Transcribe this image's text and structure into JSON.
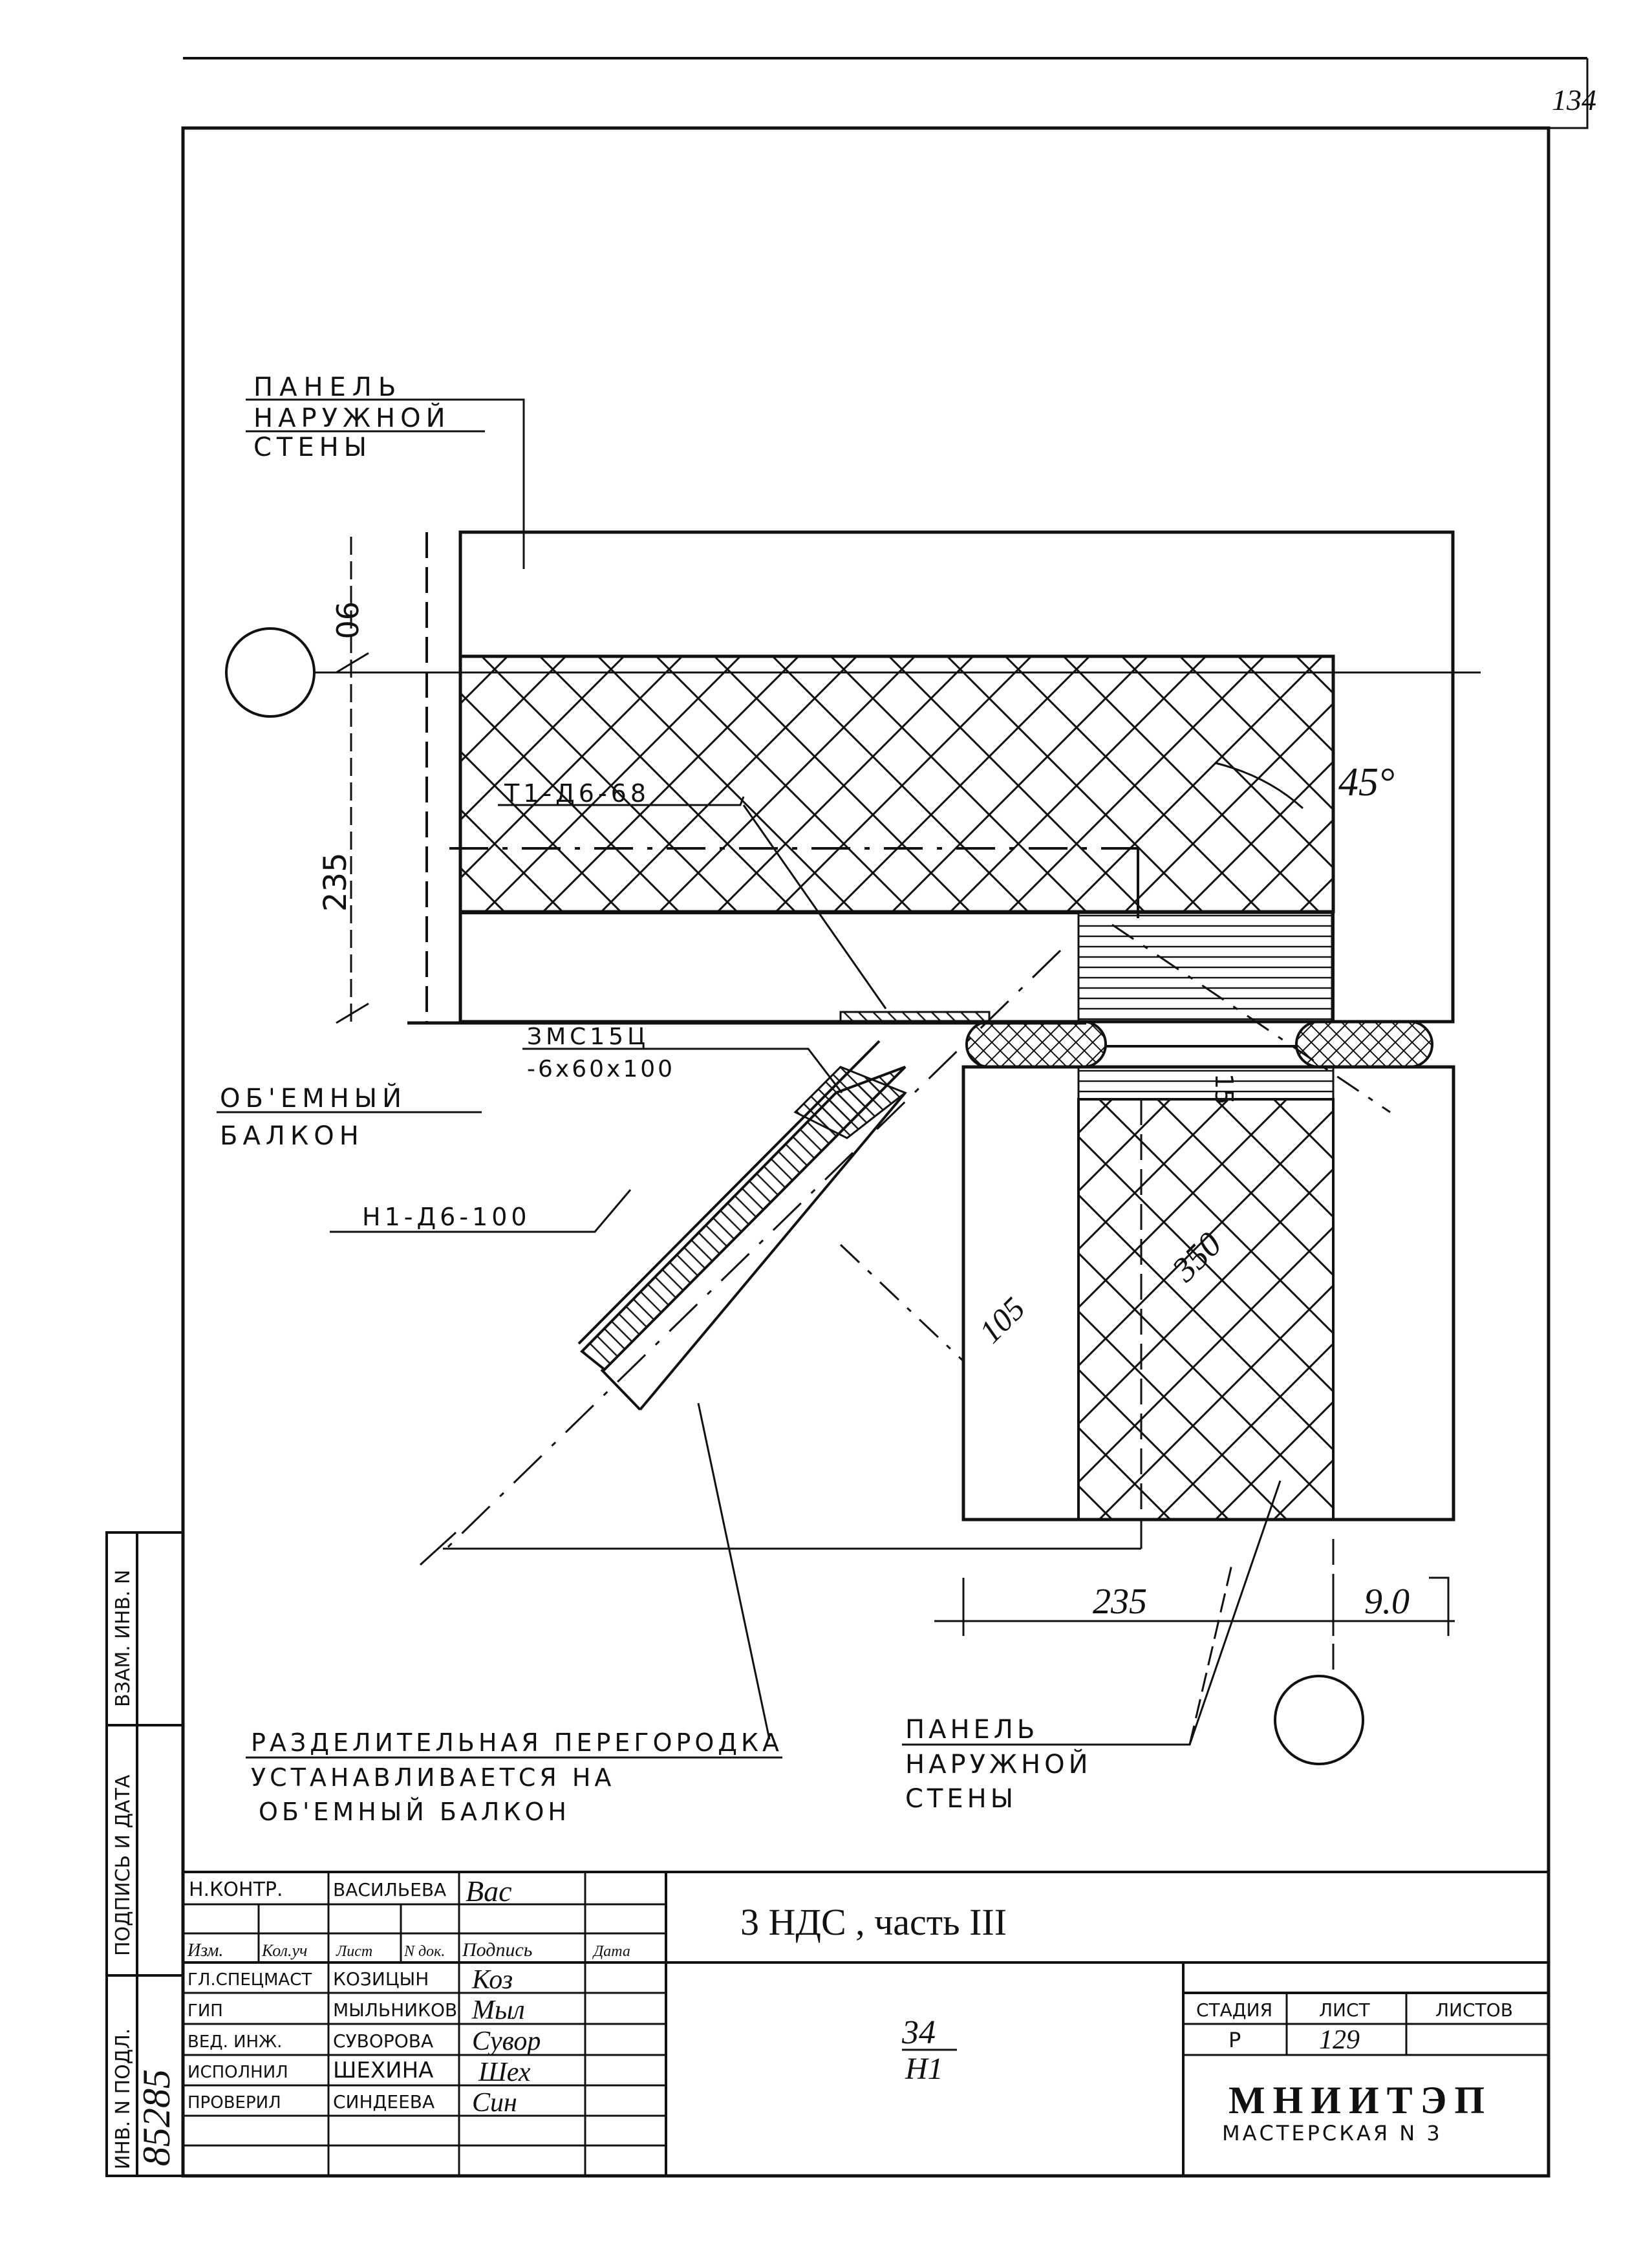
{
  "page_number": "134",
  "drawing": {
    "labels": {
      "panel_top": [
        "ПАНЕЛЬ",
        "НАРУЖНОЙ",
        "СТЕНЫ"
      ],
      "balcony": [
        "ОБ'ЕМНЫЙ",
        "БАЛКОН"
      ],
      "rebar_t1": "Т1-Д6-68",
      "plate": [
        "ЗМС15Ц",
        "-6х60х100"
      ],
      "rebar_h1": "Н1-Д6-100",
      "partition": [
        "РАЗДЕЛИТЕЛЬНАЯ ПЕРЕГОРОДКА",
        "УСТАНАВЛИВАЕТСЯ НА",
        "ОБ'ЕМНЫЙ БАЛКОН"
      ],
      "panel_bottom": [
        "ПАНЕЛЬ",
        "НАРУЖНОЙ",
        "СТЕНЫ"
      ]
    },
    "dimensions": {
      "top_90": "90",
      "left_235": "235",
      "angle": "45°",
      "dim_15": "15",
      "dim_105": "105",
      "dim_350": "350",
      "bottom_235": "235",
      "bottom_90": "9.0"
    }
  },
  "side_stamp": [
    "ИНВ. N ПОДЛ.",
    "ПОДПИСЬ И ДАТА",
    "ВЗАМ. ИНВ. N"
  ],
  "side_stamp_value": "85285",
  "title_block": {
    "signatures": [
      {
        "role": "Н.КОНТР.",
        "name": "ВАСИЛЬЕВА"
      },
      {
        "role": "ГЛ.СПЕЦМАСТ",
        "name": "КОЗИЦЫН"
      },
      {
        "role": "ГИП",
        "name": "МЫЛЬНИКОВ"
      },
      {
        "role": "ВЕД. ИНЖ.",
        "name": "СУВОРОВА"
      },
      {
        "role": "ИСПОЛНИЛ",
        "name": "ШЕХИНА"
      },
      {
        "role": "ПРОВЕРИЛ",
        "name": "СИНДЕЕВА"
      }
    ],
    "header_cols": [
      "Изм.",
      "Кол.уч",
      "Лист",
      "N док.",
      "Подпись",
      "Дата"
    ],
    "project": "3 НДС , часть III",
    "sheet_code_top": "34",
    "sheet_code_bottom": "Н1",
    "stage_label": "СТАДИЯ",
    "sheet_label": "ЛИСТ",
    "sheets_label": "ЛИСТОВ",
    "stage_value": "Р",
    "sheet_value": "129",
    "sheets_value": "",
    "org_name": "МНИИТЭП",
    "org_sub": "МАСТЕРСКАЯ N 3"
  }
}
